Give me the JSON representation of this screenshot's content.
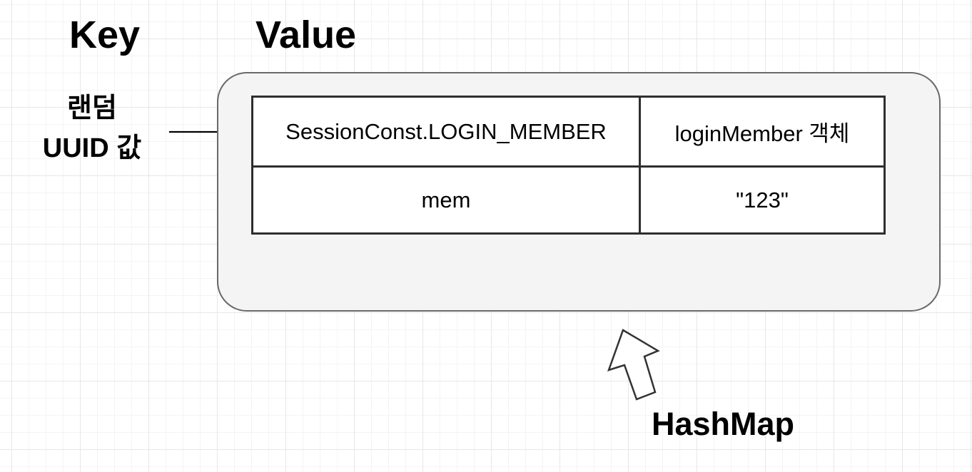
{
  "headings": {
    "key": "Key",
    "value": "Value"
  },
  "key_annotation": {
    "line1": "랜덤",
    "line2": "UUID 값"
  },
  "table": {
    "rows": [
      {
        "key": "SessionConst.LOGIN_MEMBER",
        "value": "loginMember 객체"
      },
      {
        "key": "mem",
        "value": "\"123\""
      }
    ]
  },
  "labels": {
    "hashmap": "HashMap"
  },
  "icons": {
    "key_arrow": "arrow-right-icon",
    "cursor": "cursor-arrow-icon"
  },
  "colors": {
    "background": "#ffffff",
    "grid_minor": "#f4f4f4",
    "grid_major": "#e7e7e7",
    "container_fill": "#f4f4f4",
    "container_border": "#696969",
    "table_border": "#2e2e2e",
    "text": "#000000"
  }
}
